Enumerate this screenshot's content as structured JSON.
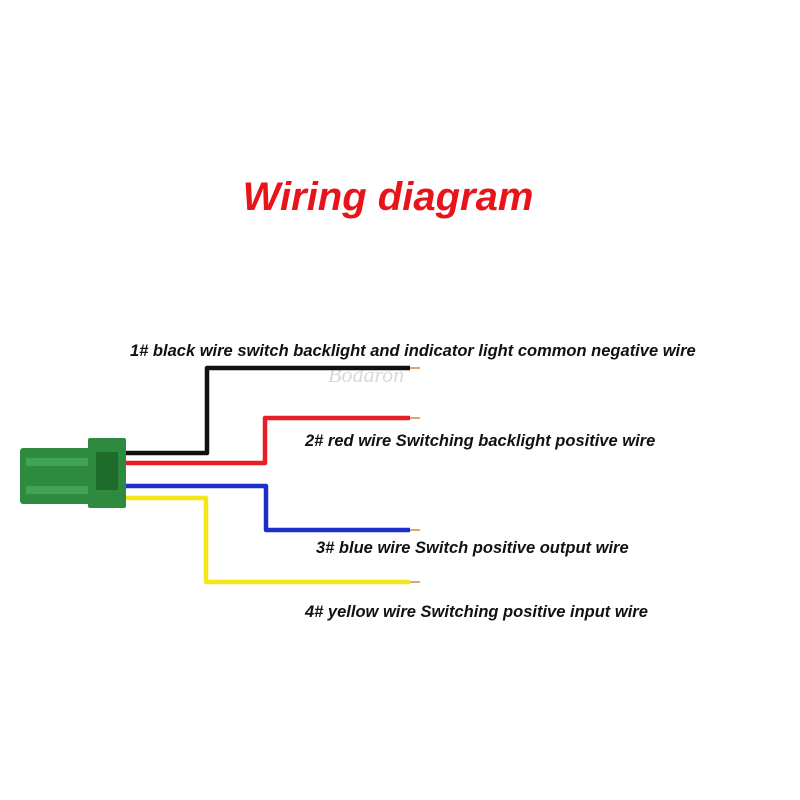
{
  "title": "Wiring diagram",
  "watermark": "Bodaron",
  "colors": {
    "title": "#e8141b",
    "label": "#111111",
    "connector": "#2d8a3e",
    "connector_dark": "#1f6b2c",
    "connector_light": "#3fa552",
    "wire_black": "#111111",
    "wire_red": "#e81e25",
    "wire_blue": "#1b2fcf",
    "wire_yellow": "#f5e61a",
    "wire_tip": "#d9a77a",
    "watermark": "#d9d9d9"
  },
  "wires": [
    {
      "id": "black",
      "label": "1# black wire switch backlight and indicator light common negative wire"
    },
    {
      "id": "red",
      "label": "2# red wire Switching backlight positive wire"
    },
    {
      "id": "blue",
      "label": "3# blue wire Switch positive output wire"
    },
    {
      "id": "yellow",
      "label": "4# yellow wire Switching positive input wire"
    }
  ]
}
